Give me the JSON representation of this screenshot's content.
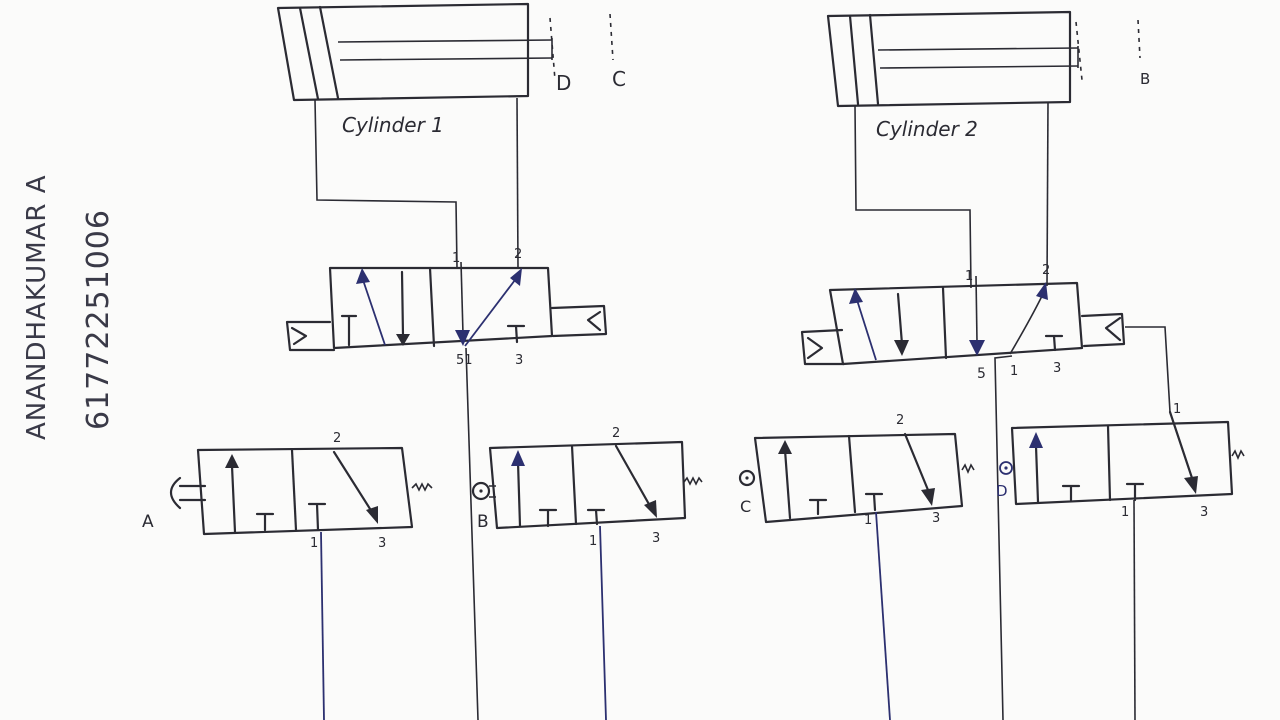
{
  "author": {
    "name": "ANANDHAKUMAR A",
    "roll_number": "61772251006"
  },
  "cylinders": [
    {
      "label": "Cylinder 1",
      "limit_labels": [
        "D",
        "C"
      ]
    },
    {
      "label": "Cylinder 2",
      "limit_labels": [
        "B"
      ]
    }
  ],
  "main_valves": [
    {
      "ports": {
        "p1_top": "1",
        "p2_top": "2",
        "bottom": "51",
        "exhaust": "3"
      }
    },
    {
      "ports": {
        "p1_top": "1",
        "p2_top": "2",
        "bottom5": "5",
        "bottom1": "1",
        "exhaust": "3"
      }
    }
  ],
  "signal_valves": [
    {
      "label": "A",
      "ports": {
        "out": "2",
        "in": "1",
        "exh": "3"
      }
    },
    {
      "label": "B",
      "ports": {
        "out": "2",
        "in": "1",
        "exh": "3"
      }
    },
    {
      "label": "C",
      "ports": {
        "out": "2",
        "in": "1",
        "exh": "3"
      }
    },
    {
      "label": "D",
      "ports": {
        "out": "1",
        "in": "1",
        "exh": "3"
      }
    }
  ],
  "colors": {
    "ink": "#2b2b33",
    "arrow": "#2c3070",
    "paper": "#fbfbfa"
  }
}
